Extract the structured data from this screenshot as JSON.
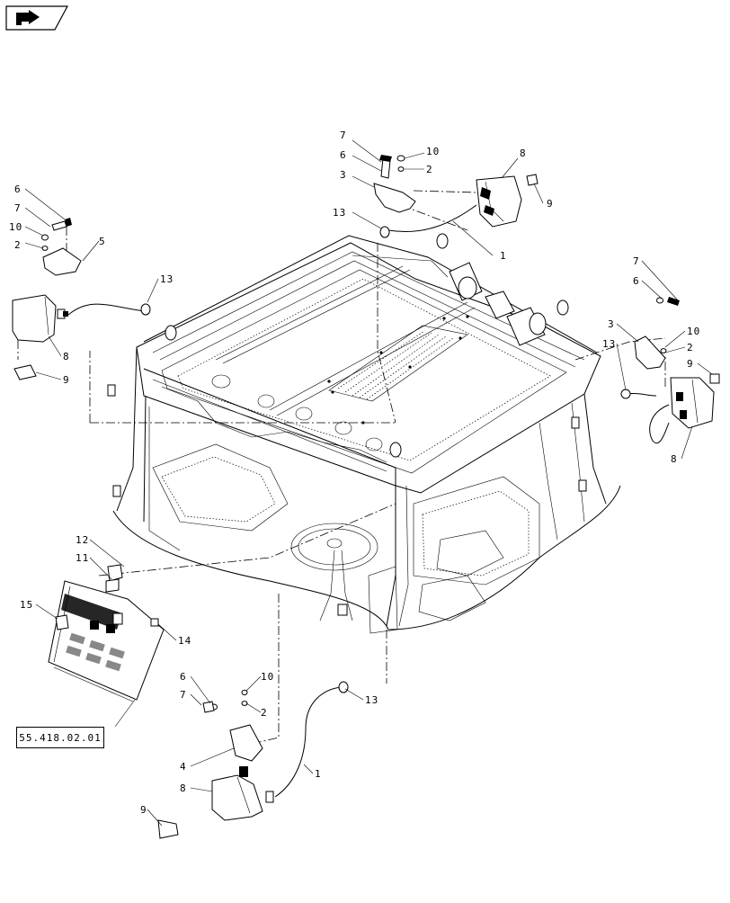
{
  "reference_label": "55.418.02.01",
  "callouts": {
    "c1a": "1",
    "c1b": "1",
    "c2a": "2",
    "c2b": "2",
    "c2c": "2",
    "c2d": "2",
    "c3a": "3",
    "c3b": "3",
    "c4": "4",
    "c5": "5",
    "c6a": "6",
    "c6b": "6",
    "c6c": "6",
    "c6d": "6",
    "c7a": "7",
    "c7b": "7",
    "c7c": "7",
    "c7d": "7",
    "c8a": "8",
    "c8b": "8",
    "c8c": "8",
    "c8d": "8",
    "c9a": "9",
    "c9b": "9",
    "c9c": "9",
    "c9d": "9",
    "c10a": "10",
    "c10b": "10",
    "c10c": "10",
    "c10d": "10",
    "c11": "11",
    "c12": "12",
    "c13a": "13",
    "c13b": "13",
    "c13c": "13",
    "c13d": "13",
    "c14": "14",
    "c15": "15"
  },
  "icons": {
    "nav": "next-page-arrow-icon"
  }
}
